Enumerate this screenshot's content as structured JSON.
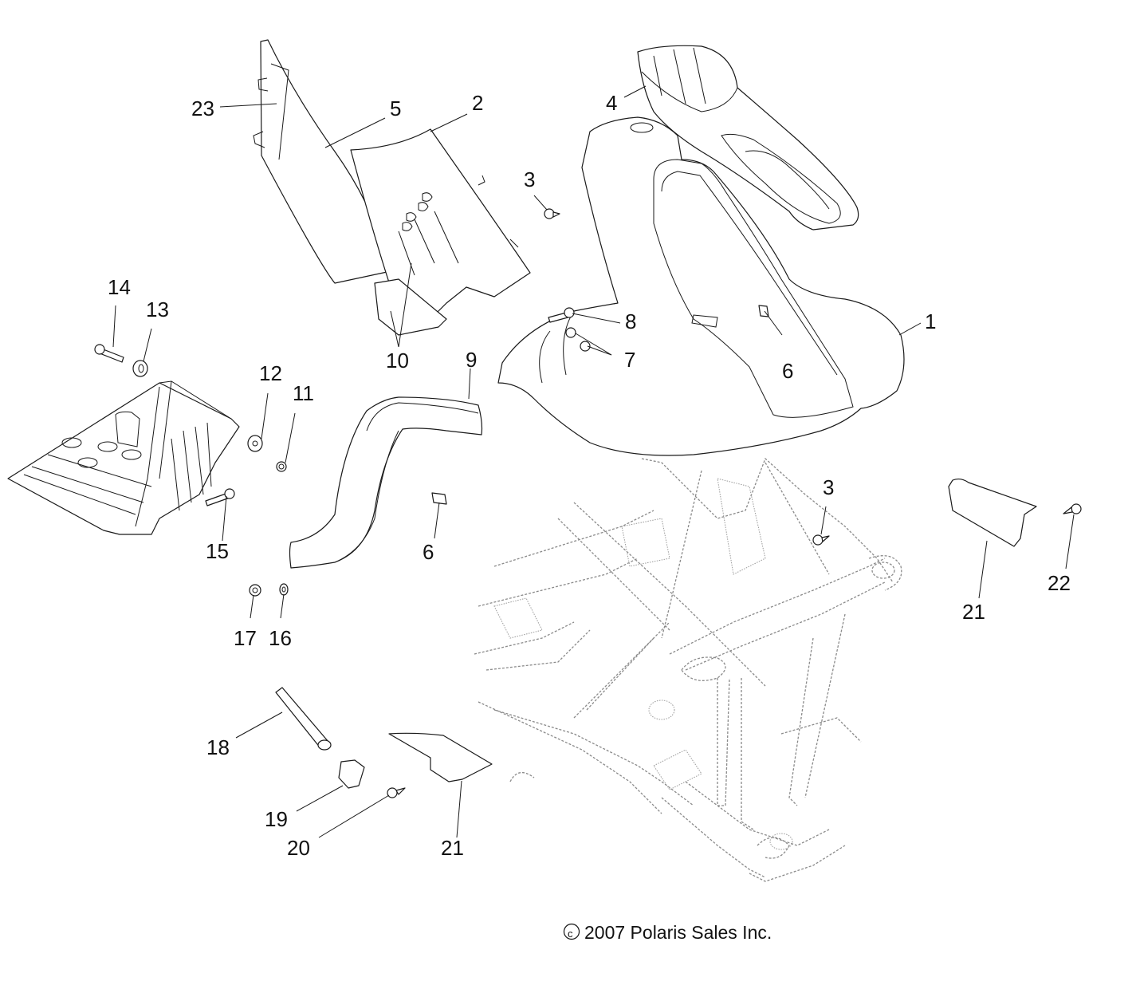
{
  "diagram": {
    "title": "Body / Fender / Footwell exploded parts view",
    "copyright_symbol": "©",
    "copyright_text": "2007 Polaris Sales Inc.",
    "colors": {
      "line": "#1a1a1a",
      "frame": "#8a8a8a",
      "background": "#ffffff"
    },
    "callouts": [
      {
        "id": "c1",
        "label": "1",
        "part": "rear-fender-tank-cover"
      },
      {
        "id": "c2",
        "label": "2",
        "part": "front-side-panel"
      },
      {
        "id": "c3a",
        "label": "3",
        "part": "push-rivet"
      },
      {
        "id": "c3b",
        "label": "3",
        "part": "push-rivet"
      },
      {
        "id": "c4",
        "label": "4",
        "part": "seat"
      },
      {
        "id": "c5",
        "label": "5",
        "part": "side-panel-upper"
      },
      {
        "id": "c6a",
        "label": "6",
        "part": "speed-nut-clip"
      },
      {
        "id": "c6b",
        "label": "6",
        "part": "speed-nut-clip"
      },
      {
        "id": "c7",
        "label": "7",
        "part": "nut"
      },
      {
        "id": "c8",
        "label": "8",
        "part": "bolt"
      },
      {
        "id": "c9",
        "label": "9",
        "part": "fender-flare"
      },
      {
        "id": "c10",
        "label": "10",
        "part": "footwell-insert"
      },
      {
        "id": "c11",
        "label": "11",
        "part": "nut"
      },
      {
        "id": "c12",
        "label": "12",
        "part": "washer"
      },
      {
        "id": "c13",
        "label": "13",
        "part": "washer"
      },
      {
        "id": "c14",
        "label": "14",
        "part": "bolt"
      },
      {
        "id": "c15",
        "label": "15",
        "part": "bolt"
      },
      {
        "id": "c16",
        "label": "16",
        "part": "washer"
      },
      {
        "id": "c17",
        "label": "17",
        "part": "nut"
      },
      {
        "id": "c18",
        "label": "18",
        "part": "spacer-tube"
      },
      {
        "id": "c19",
        "label": "19",
        "part": "clip"
      },
      {
        "id": "c20",
        "label": "20",
        "part": "push-rivet"
      },
      {
        "id": "c21a",
        "label": "21",
        "part": "bracket"
      },
      {
        "id": "c21b",
        "label": "21",
        "part": "bracket"
      },
      {
        "id": "c22",
        "label": "22",
        "part": "push-rivet"
      },
      {
        "id": "c23",
        "label": "23",
        "part": "trim-strip"
      }
    ]
  }
}
